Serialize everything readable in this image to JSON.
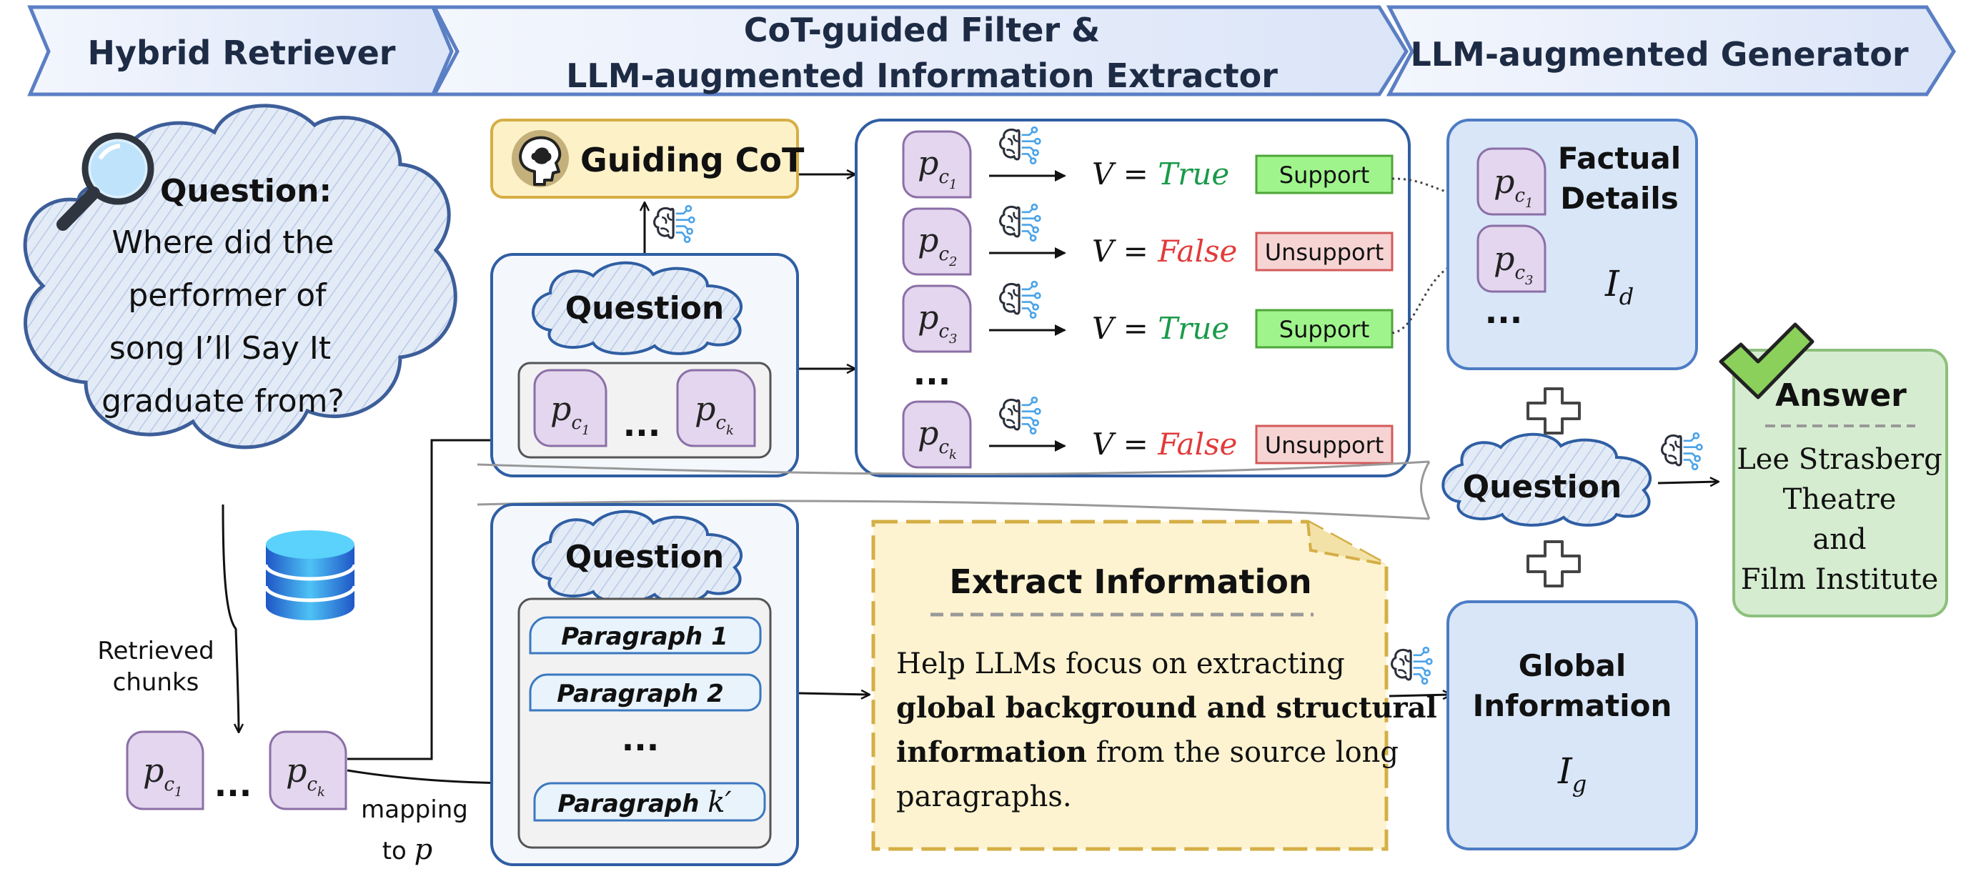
{
  "headers": {
    "retriever": "Hybrid Retriever",
    "filter_line1": "CoT-guided Filter &",
    "filter_line2": "LLM-augmented Information Extractor",
    "generator": "LLM-augmented Generator"
  },
  "question_cloud": {
    "label": "Question",
    "colon": ":",
    "lines": [
      "Where did the",
      "performer of",
      "song I’ll Say It",
      "graduate from?"
    ]
  },
  "retrieved": {
    "label_line1": "Retrieved",
    "label_line2": "chunks",
    "mapping_line1": "mapping",
    "mapping_line2": "to ",
    "mapping_var": "p",
    "ellipsis": "..."
  },
  "chunk": {
    "base": "p",
    "sub_prefix": "c",
    "sub_1": "1",
    "sub_2": "2",
    "sub_3": "3",
    "sub_k": "k"
  },
  "guiding_cot": "Guiding CoT",
  "question_label": "Question",
  "ellipsis": "...",
  "filter": {
    "v_prefix": "V = ",
    "rows": [
      {
        "sub": "1",
        "value": "True",
        "badge": "Support"
      },
      {
        "sub": "2",
        "value": "False",
        "badge": "Unsupport"
      },
      {
        "sub": "3",
        "value": "True",
        "badge": "Support"
      },
      {
        "sub": "k",
        "value": "False",
        "badge": "Unsupport"
      }
    ],
    "colors": {
      "true": "#1a9a4a",
      "false": "#e23b3b",
      "support_bg": "#9ff58c",
      "unsupport_bg": "#f7d4d4"
    }
  },
  "paragraphs": {
    "items": [
      "Paragraph 1",
      "Paragraph 2"
    ],
    "ellipsis": "...",
    "last_prefix": "Paragraph ",
    "last_var": "k′"
  },
  "extract": {
    "title": "Extract Information",
    "line1": "Help LLMs focus on extracting",
    "line2_bold": "global background and structural",
    "line3_bold": "information",
    "line3_rest": " from the source long",
    "line4": "paragraphs."
  },
  "factual": {
    "title_line1": "Factual",
    "title_line2": "Details",
    "var_base": "I",
    "var_sub": "d",
    "ellipsis": "..."
  },
  "global": {
    "title_line1": "Global",
    "title_line2": "Information",
    "var_base": "I",
    "var_sub": "g"
  },
  "answer": {
    "title": "Answer",
    "lines": [
      "Lee Strasberg",
      "Theatre",
      "and",
      "Film Institute"
    ]
  },
  "icons": [
    "magnifier-icon",
    "database-icon",
    "brain-circuit-icon",
    "head-icon",
    "checkmark-icon",
    "plus-icon"
  ]
}
